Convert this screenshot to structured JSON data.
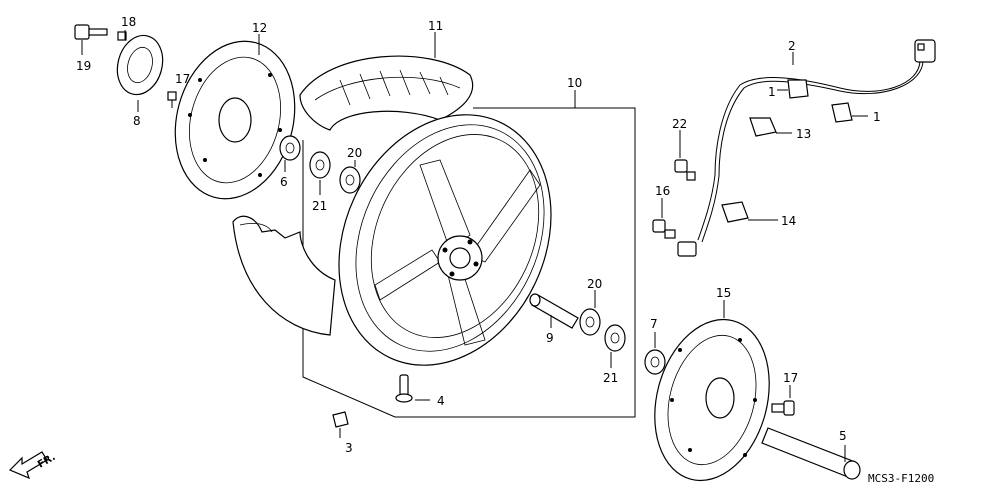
{
  "diagram_code": "MCS3-F1200",
  "direction_label": "FR.",
  "callouts": {
    "c1a": "1",
    "c1b": "1",
    "c2": "2",
    "c3": "3",
    "c4": "4",
    "c5": "5",
    "c6": "6",
    "c7": "7",
    "c8": "8",
    "c9": "9",
    "c10": "10",
    "c11": "11",
    "c12": "12",
    "c13": "13",
    "c14": "14",
    "c15": "15",
    "c16": "16",
    "c17a": "17",
    "c17b": "17",
    "c18": "18",
    "c19": "19",
    "c20a": "20",
    "c20b": "20",
    "c21a": "21",
    "c21b": "21",
    "c22": "22"
  }
}
